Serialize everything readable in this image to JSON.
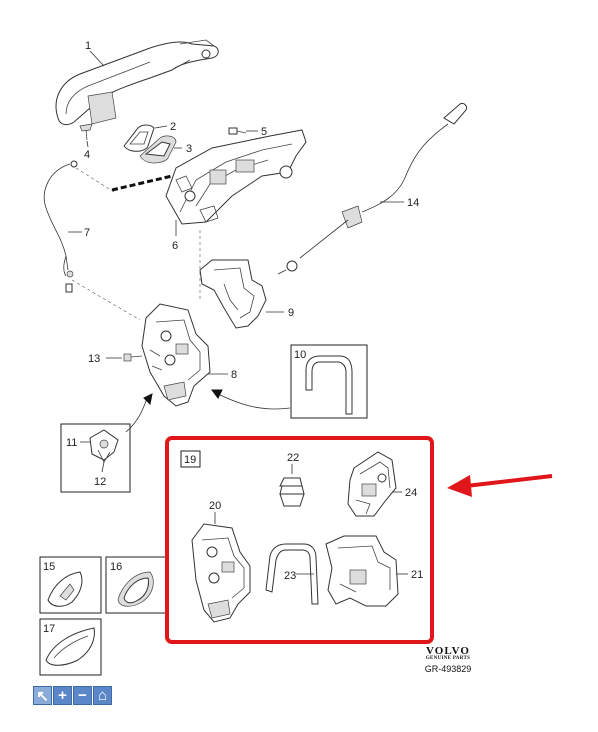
{
  "diagram": {
    "callouts": {
      "c1": "1",
      "c2": "2",
      "c3": "3",
      "c4": "4",
      "c5": "5",
      "c6": "6",
      "c7": "7",
      "c8": "8",
      "c9": "9",
      "c10": "10",
      "c11": "11",
      "c12": "12",
      "c13": "13",
      "c14": "14",
      "c15": "15",
      "c16": "16",
      "c17": "17",
      "c19": "19",
      "c20": "20",
      "c21": "21",
      "c22": "22",
      "c23": "23",
      "c24": "24"
    },
    "highlight_color": "#e0161b",
    "arrow_color": "#e0161b"
  },
  "brand": {
    "logo": "VOLVO",
    "subtitle": "GENUINE PARTS",
    "code": "GR-493829"
  },
  "toolbar": {
    "buttons": [
      {
        "icon": "pointer-icon",
        "glyph": "↖"
      },
      {
        "icon": "zoom-in-icon",
        "glyph": "+"
      },
      {
        "icon": "zoom-out-icon",
        "glyph": "−"
      },
      {
        "icon": "home-icon",
        "glyph": "⌂"
      }
    ]
  }
}
